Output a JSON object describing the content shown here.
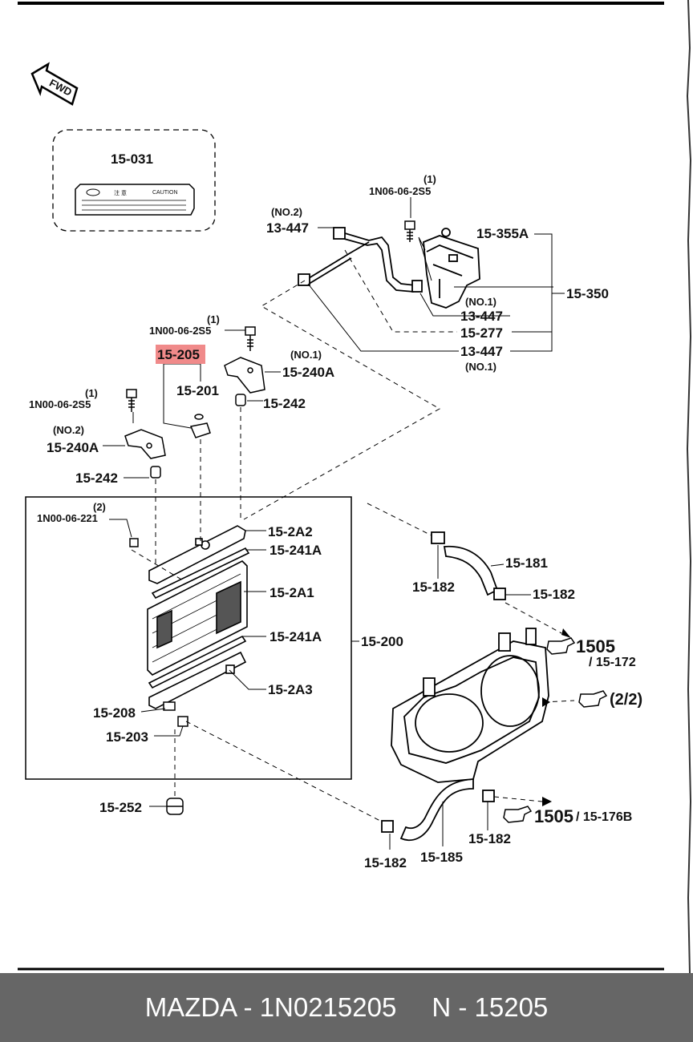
{
  "diagram": {
    "fwd_label": "FWD",
    "caution_label": {
      "part": "15-031",
      "jp_text": "注 意",
      "en_text": "CAUTION"
    },
    "labels": {
      "p_1n06_qty": "(1)",
      "p_1n06": "1N06-06-2S5",
      "p_no2_top": "(NO.2)",
      "p_13447_top": "13-447",
      "p_15355a": "15-355A",
      "p_15350": "15-350",
      "p_no1_mid": "(NO.1)",
      "p_13447_mid": "13-447",
      "p_15277": "15-277",
      "p_13447_low": "13-447",
      "p_no1_low": "(NO.1)",
      "p_1n00_a_qty": "(1)",
      "p_1n00_a": "1N00-06-2S5",
      "p_15205": "15-205",
      "p_no1_brk": "(NO.1)",
      "p_15240a_r": "15-240A",
      "p_15201": "15-201",
      "p_15242_r": "15-242",
      "p_1n00_b_qty": "(1)",
      "p_1n00_b": "1N00-06-2S5",
      "p_no2_brk": "(NO.2)",
      "p_15240a_l": "15-240A",
      "p_15242_l": "15-242",
      "p_1n00_c_qty": "(2)",
      "p_1n00_c": "1N00-06-221",
      "p_152a2": "15-2A2",
      "p_15241a_top": "15-241A",
      "p_152a1": "15-2A1",
      "p_15241a_low": "15-241A",
      "p_15200": "15-200",
      "p_152a3": "15-2A3",
      "p_15208": "15-208",
      "p_15203": "15-203",
      "p_15252": "15-252",
      "p_15181": "15-181",
      "p_15182_a": "15-182",
      "p_15182_b": "15-182",
      "p_1505_a": "1505",
      "p_15172": "/ 15-172",
      "p_22": "(2/2)",
      "p_1505_b": "1505",
      "p_15176b": "/ 15-176B",
      "p_15182_c": "15-182",
      "p_15182_d": "15-182",
      "p_15185": "15-185"
    }
  },
  "footer": {
    "brand_part": "MAZDA - 1N0215205",
    "ref": "N - 15205"
  },
  "colors": {
    "highlight": "#f08a8a",
    "footer_bg": "#666666"
  }
}
